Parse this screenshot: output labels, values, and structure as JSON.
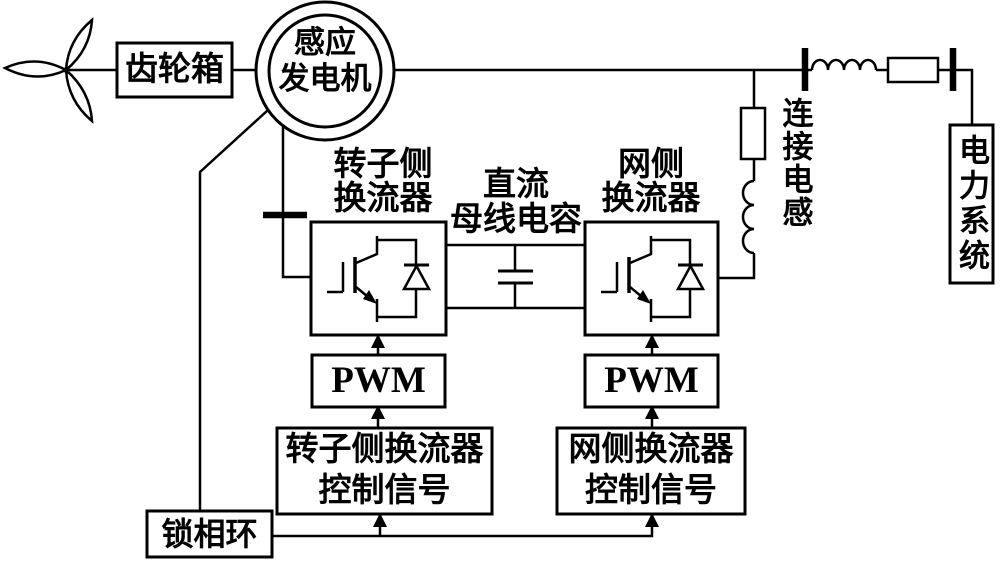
{
  "diagram": {
    "background_color": "#ffffff",
    "line_color": "#000000",
    "nodes": {
      "gearbox": {
        "label": "齿轮箱"
      },
      "generator": {
        "line1": "感应",
        "line2": "发电机"
      },
      "rotor_converter": {
        "line1": "转子侧",
        "line2": "换流器"
      },
      "dc_bus_capacitor": {
        "line1": "直流",
        "line2": "母线电容"
      },
      "grid_converter": {
        "line1": "网侧",
        "line2": "换流器"
      },
      "connection_inductor": {
        "label": "连接电感"
      },
      "power_system": {
        "label": "电力系统"
      },
      "pwm_rotor": {
        "label": "PWM"
      },
      "pwm_grid": {
        "label": "PWM"
      },
      "rotor_control": {
        "line1": "转子侧换流器",
        "line2": "控制信号"
      },
      "grid_control": {
        "line1": "网侧换流器",
        "line2": "控制信号"
      },
      "pll": {
        "label": "锁相环"
      }
    }
  }
}
